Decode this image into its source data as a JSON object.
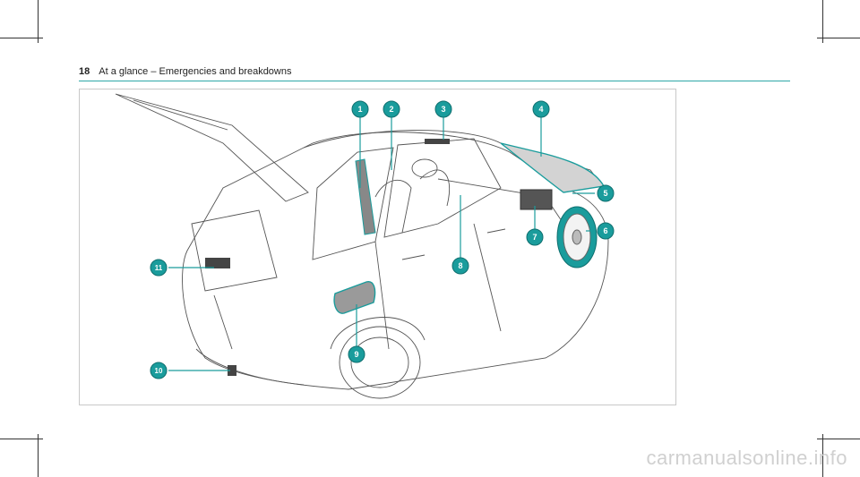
{
  "header": {
    "page_number": "18",
    "title": "At a glance – Emergencies and breakdowns"
  },
  "figure": {
    "accent_color": "#1a9c9c",
    "callouts": [
      "1",
      "2",
      "3",
      "4",
      "5",
      "6",
      "7",
      "8",
      "9",
      "10",
      "11"
    ]
  },
  "watermark": "carmanualsonline.info"
}
